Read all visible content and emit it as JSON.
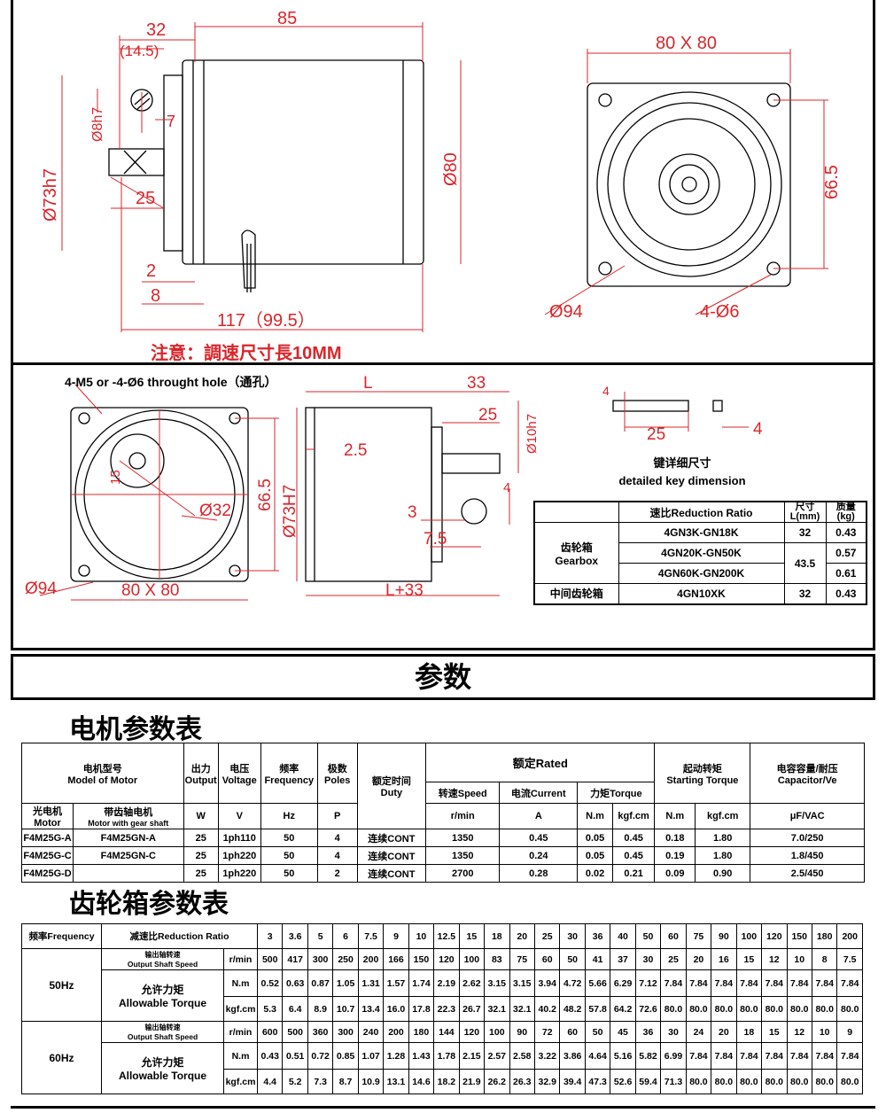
{
  "top_drawing": {
    "dim_32": "32",
    "dim_85": "85",
    "dim_14_5": "(14.5)",
    "dim_phi8h7": "Ø8h7",
    "dim_7": "7",
    "dim_phi73h7": "Ø73h7",
    "dim_25": "25",
    "dim_phi80": "Ø80",
    "dim_2": "2",
    "dim_8": "8",
    "dim_117": "117（99.5）",
    "note": "注意：調速尺寸長10MM",
    "dim_80x80": "80 X 80",
    "dim_66_5": "66.5",
    "dim_phi94": "Ø94",
    "dim_4phi6": "4-Ø6"
  },
  "gear_drawing": {
    "hole_note": "4-M5 or -4-Ø6 throught hole（通孔）",
    "dim_L": "L",
    "dim_33": "33",
    "dim_25": "25",
    "dim_phi10h7": "Ø10h7",
    "dim_2_5": "2.5",
    "dim_15": "15",
    "dim_66_5": "66.5",
    "dim_phi73H7": "Ø73H7",
    "dim_phi32": "Ø32",
    "dim_3": "3",
    "dim_4": "4",
    "dim_7_5": "7.5",
    "dim_phi94": "Ø94",
    "dim_80x80": "80 X 80",
    "dim_L33": "L+33",
    "key_4a": "4",
    "key_25": "25",
    "key_4b": "4",
    "key_title_cn": "键详细尺寸",
    "key_title_en": "detailed key dimension"
  },
  "gearbox_table": {
    "h_ratio": "速比Reduction Ratio",
    "h_size": "尺寸",
    "h_size_unit": "L(mm)",
    "h_weight": "质量",
    "h_weight_unit": "(kg)",
    "gearbox_cn": "齿轮箱",
    "gearbox_en": "Gearbox",
    "middle": "中间齿轮箱",
    "rows": [
      {
        "ratio": "4GN3K-GN18K",
        "size": "32",
        "weight": "0.43"
      },
      {
        "ratio": "4GN20K-GN50K",
        "size": "43.5",
        "weight": "0.57"
      },
      {
        "ratio": "4GN60K-GN200K",
        "size": "",
        "weight": "0.61"
      },
      {
        "ratio": "4GN10XK",
        "size": "32",
        "weight": "0.43"
      }
    ]
  },
  "section_title": "参数",
  "motor_title": "电机参数表",
  "motor_table": {
    "h_model": "电机型号",
    "h_model_en": "Model of Motor",
    "h_output": "出力",
    "h_output_en": "Output",
    "h_voltage": "电压",
    "h_voltage_en": "Voltage",
    "h_freq": "频率",
    "h_freq_en": "Frequency",
    "h_poles": "极数",
    "h_poles_en": "Poles",
    "h_duty": "额定时间",
    "h_duty_en": "Duty",
    "h_rated": "额定Rated",
    "h_speed": "转速Speed",
    "h_current": "电流Current",
    "h_torque": "力矩Torque",
    "h_start": "起动转矩",
    "h_start_en": "Starting Torque",
    "h_cap": "电容容量/耐压",
    "h_cap_en": "Capacitor/Ve",
    "h_light": "光电机",
    "h_light_en": "Motor",
    "h_gear": "带齿轴电机",
    "h_gear_en": "Motor with gear shaft",
    "u_w": "W",
    "u_v": "V",
    "u_hz": "Hz",
    "u_p": "P",
    "u_rmin": "r/min",
    "u_a": "A",
    "u_nm": "N.m",
    "u_kgf": "kgf.cm",
    "u_nm2": "N.m",
    "u_kgf2": "kgf.cm",
    "u_cap": "μF/VAC",
    "rows": [
      [
        "F4M25G-A",
        "F4M25GN-A",
        "25",
        "1ph110",
        "50",
        "4",
        "连续CONT",
        "1350",
        "0.45",
        "0.05",
        "0.45",
        "0.18",
        "1.80",
        "7.0/250"
      ],
      [
        "F4M25G-C",
        "F4M25GN-C",
        "25",
        "1ph220",
        "50",
        "4",
        "连续CONT",
        "1350",
        "0.24",
        "0.05",
        "0.45",
        "0.19",
        "1.80",
        "1.8/450"
      ],
      [
        "F4M25G-D",
        "",
        "25",
        "1ph220",
        "50",
        "2",
        "连续CONT",
        "2700",
        "0.28",
        "0.02",
        "0.21",
        "0.09",
        "0.90",
        "2.5/450"
      ]
    ]
  },
  "gear_title": "齿轮箱参数表",
  "gear_table": {
    "h_freq": "频率Frequency",
    "h_ratio": "减速比Reduction Ratio",
    "ratios": [
      "3",
      "3.6",
      "5",
      "6",
      "7.5",
      "9",
      "10",
      "12.5",
      "15",
      "18",
      "20",
      "25",
      "30",
      "36",
      "40",
      "50",
      "60",
      "75",
      "90",
      "100",
      "120",
      "150",
      "180",
      "200"
    ],
    "hz50": "50Hz",
    "hz60": "60Hz",
    "speed_cn": "输出轴转速",
    "speed_en": "Output Shaft Speed",
    "torque_cn": "允许力矩",
    "torque_en": "Allowable Torque",
    "u_rmin": "r/min",
    "u_nm": "N.m",
    "u_kgf": "kgf.cm",
    "s50": [
      "500",
      "417",
      "300",
      "250",
      "200",
      "166",
      "150",
      "120",
      "100",
      "83",
      "75",
      "60",
      "50",
      "41",
      "37",
      "30",
      "25",
      "20",
      "16",
      "15",
      "12",
      "10",
      "8",
      "7.5"
    ],
    "n50": [
      "0.52",
      "0.63",
      "0.87",
      "1.05",
      "1.31",
      "1.57",
      "1.74",
      "2.19",
      "2.62",
      "3.15",
      "3.15",
      "3.94",
      "4.72",
      "5.66",
      "6.29",
      "7.12",
      "7.84",
      "7.84",
      "7.84",
      "7.84",
      "7.84",
      "7.84",
      "7.84",
      "7.84"
    ],
    "k50": [
      "5.3",
      "6.4",
      "8.9",
      "10.7",
      "13.4",
      "16.0",
      "17.8",
      "22.3",
      "26.7",
      "32.1",
      "32.1",
      "40.2",
      "48.2",
      "57.8",
      "64.2",
      "72.6",
      "80.0",
      "80.0",
      "80.0",
      "80.0",
      "80.0",
      "80.0",
      "80.0",
      "80.0"
    ],
    "s60": [
      "600",
      "500",
      "360",
      "300",
      "240",
      "200",
      "180",
      "144",
      "120",
      "100",
      "90",
      "72",
      "60",
      "50",
      "45",
      "36",
      "30",
      "24",
      "20",
      "18",
      "15",
      "12",
      "10",
      "9"
    ],
    "n60": [
      "0.43",
      "0.51",
      "0.72",
      "0.85",
      "1.07",
      "1.28",
      "1.43",
      "1.78",
      "2.15",
      "2.57",
      "2.58",
      "3.22",
      "3.86",
      "4.64",
      "5.16",
      "5.82",
      "6.99",
      "7.84",
      "7.84",
      "7.84",
      "7.84",
      "7.84",
      "7.84",
      "7.84"
    ],
    "k60": [
      "4.4",
      "5.2",
      "7.3",
      "8.7",
      "10.9",
      "13.1",
      "14.6",
      "18.2",
      "21.9",
      "26.2",
      "26.3",
      "32.9",
      "39.4",
      "47.3",
      "52.6",
      "59.4",
      "71.3",
      "80.0",
      "80.0",
      "80.0",
      "80.0",
      "80.0",
      "80.0",
      "80.0"
    ]
  }
}
